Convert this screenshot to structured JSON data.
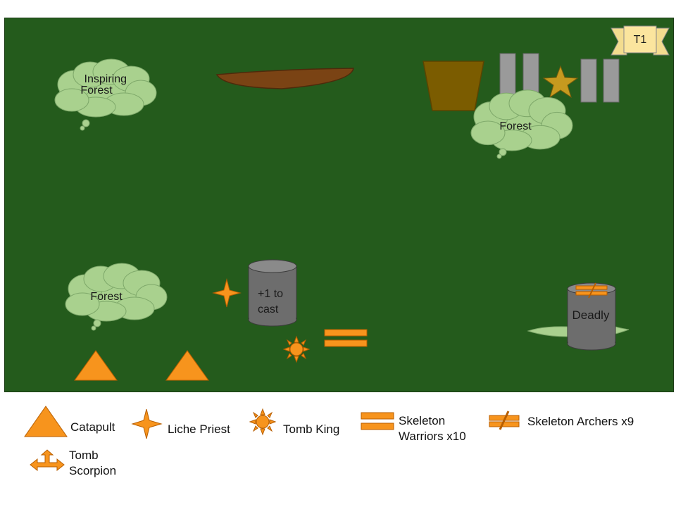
{
  "turn_banner": "T1",
  "terrain": {
    "forest_top_left": "Inspiring Forest",
    "forest_top_right": "Forest",
    "forest_bottom_left": "Forest",
    "tower_center": "+1 to cast",
    "tower_right": "Deadly"
  },
  "legend": {
    "catapult": "Catapult",
    "liche_priest": "Liche Priest",
    "tomb_king": "Tomb King",
    "skeleton_warriors": "Skeleton Warriors x10",
    "skeleton_archers": "Skeleton Archers x9",
    "tomb_scorpion": "Tomb Scorpion"
  },
  "colors": {
    "board": "#245b1c",
    "unit_orange": "#f7941d",
    "forest_green": "#a9d18e",
    "tower_gray": "#6d6d6d",
    "banner_yellow": "#fbe59e"
  }
}
